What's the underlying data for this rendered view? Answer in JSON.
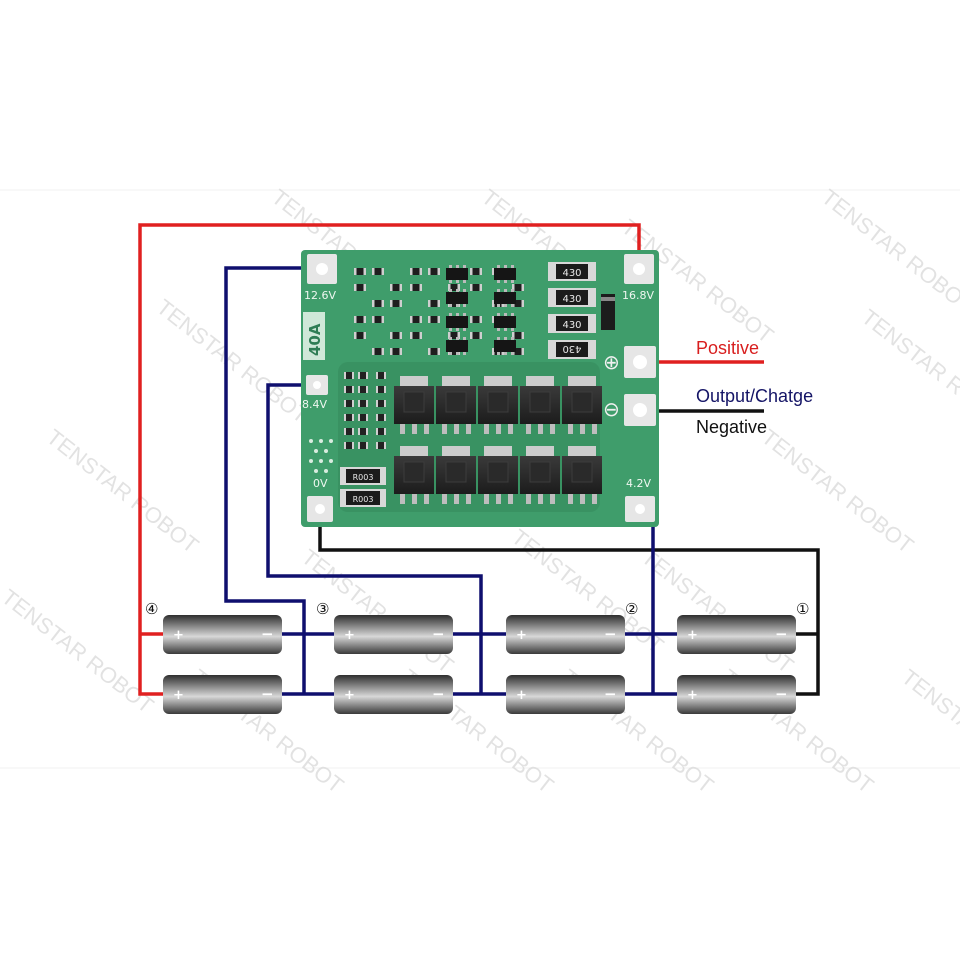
{
  "colors": {
    "positive_wire": "#e02020",
    "negative_wire": "#111111",
    "balance_wire": "#0f0f6e",
    "board": "#3f9d6b",
    "board_dark": "#2e7d54",
    "pad": "#e6e6e6",
    "positive_label": "#d81e1e",
    "output_label": "#141466",
    "negative_label": "#111111"
  },
  "board": {
    "rating_label": "40A",
    "pads": {
      "b12": "12.6V",
      "b168": "16.8V",
      "b84": "8.4V",
      "b0": "0V",
      "b42": "4.2V"
    },
    "resistor_codes": [
      "430",
      "430",
      "430",
      "430"
    ],
    "shunt_codes": [
      "R003",
      "R003"
    ],
    "symbols": {
      "plus": "⊕",
      "minus": "⊖"
    }
  },
  "labels": {
    "positive": "Positive",
    "output": "Output/Chatge",
    "negative": "Negative"
  },
  "groups": [
    "④",
    "③",
    "②",
    "①"
  ],
  "cell_signs": {
    "plus": "+",
    "minus": "−"
  },
  "watermark": "TENSTAR ROBOT"
}
